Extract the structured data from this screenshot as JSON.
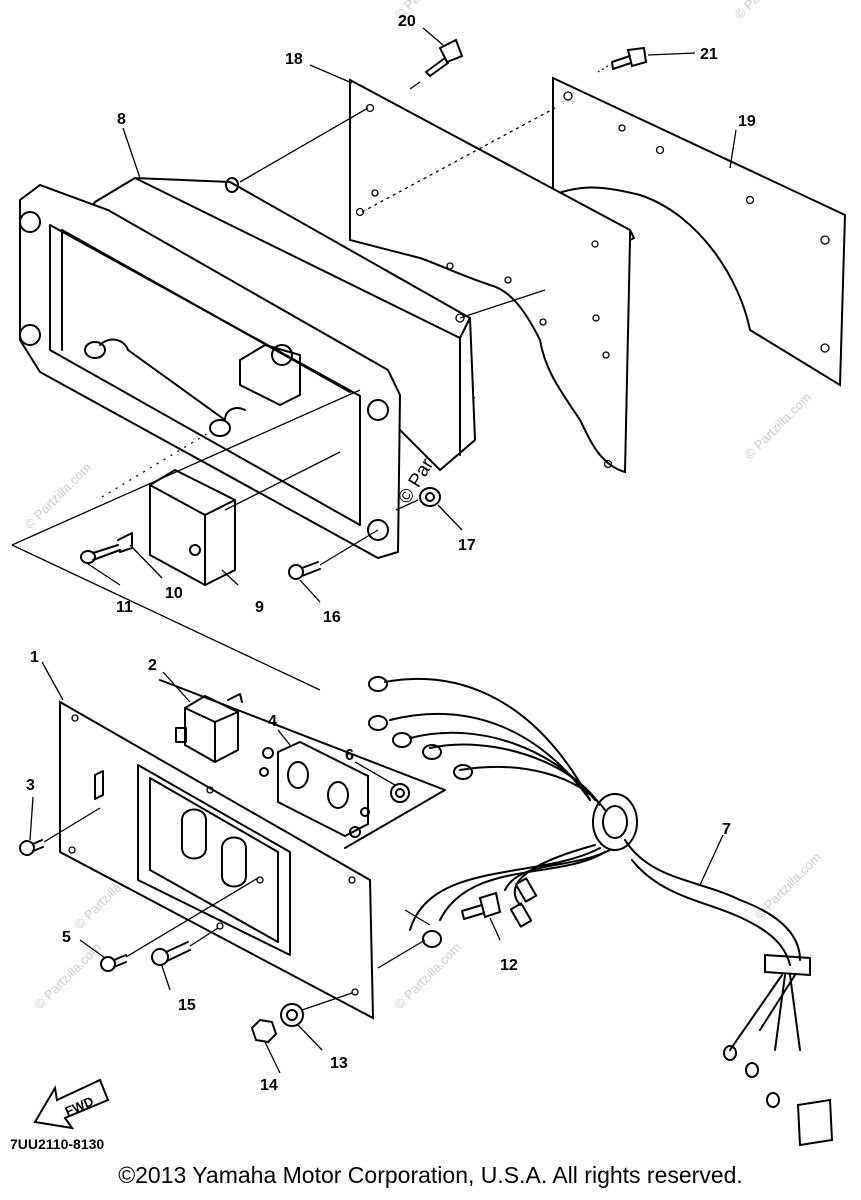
{
  "diagram": {
    "callouts": [
      "1",
      "2",
      "3",
      "4",
      "5",
      "6",
      "7",
      "8",
      "9",
      "10",
      "11",
      "12",
      "13",
      "14",
      "15",
      "16",
      "17",
      "18",
      "19",
      "20",
      "21"
    ],
    "watermark": "© Partzilla.com",
    "fwd_label": "FWD",
    "diagram_code": "7UU2110-8130",
    "copyright": "©2013 Yamaha Motor Corporation, U.S.A. All rights reserved."
  }
}
